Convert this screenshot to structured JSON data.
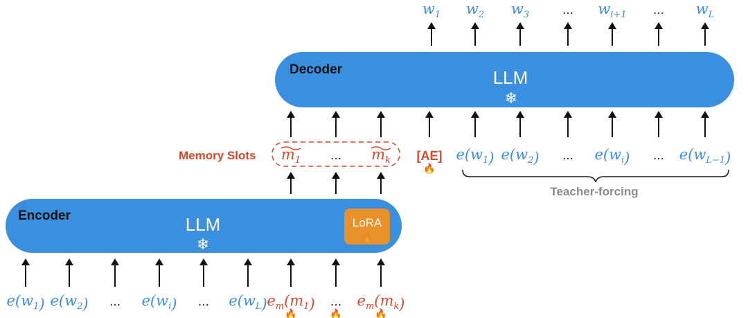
{
  "decoder": {
    "title": "Decoder",
    "model": "LLM",
    "outputs": [
      {
        "base": "w",
        "sub": "1"
      },
      {
        "base": "w",
        "sub": "2"
      },
      {
        "base": "w",
        "sub": "3"
      },
      {
        "base": "…",
        "sub": ""
      },
      {
        "base": "w",
        "sub": "i+1"
      },
      {
        "base": "…",
        "sub": ""
      },
      {
        "base": "w",
        "sub": "L"
      }
    ]
  },
  "memory": {
    "label": "Memory Slots",
    "slots": [
      {
        "base": "m",
        "sub": "1"
      },
      {
        "base": "…",
        "sub": ""
      },
      {
        "base": "m",
        "sub": "k"
      }
    ],
    "ae_token": "[AE]"
  },
  "teacher_forcing": {
    "label": "Teacher-forcing",
    "tokens": [
      {
        "pre": "e(",
        "base": "w",
        "sub": "1",
        "post": ")"
      },
      {
        "pre": "e(",
        "base": "w",
        "sub": "2",
        "post": ")"
      },
      {
        "pre": "",
        "base": "…",
        "sub": "",
        "post": ""
      },
      {
        "pre": "e(",
        "base": "w",
        "sub": "i",
        "post": ")"
      },
      {
        "pre": "",
        "base": "…",
        "sub": "",
        "post": ""
      },
      {
        "pre": "e(",
        "base": "w",
        "sub": "L−1",
        "post": ")"
      }
    ]
  },
  "encoder": {
    "title": "Encoder",
    "model": "LLM",
    "adapter": "LoRA",
    "inputs": [
      {
        "pre": "e(",
        "base": "w",
        "sub": "1",
        "post": ")"
      },
      {
        "pre": "e(",
        "base": "w",
        "sub": "2",
        "post": ")"
      },
      {
        "pre": "",
        "base": "…",
        "sub": "",
        "post": ""
      },
      {
        "pre": "e(",
        "base": "w",
        "sub": "i",
        "post": ")"
      },
      {
        "pre": "",
        "base": "…",
        "sub": "",
        "post": ""
      },
      {
        "pre": "e(",
        "base": "w",
        "sub": "L",
        "post": ")"
      }
    ],
    "memory_inputs": [
      {
        "pre": "e",
        "presub": "m",
        "base": "m",
        "sub": "1"
      },
      {
        "pre": "",
        "presub": "",
        "base": "…",
        "sub": ""
      },
      {
        "pre": "e",
        "presub": "m",
        "base": "m",
        "sub": "k"
      }
    ]
  },
  "colors": {
    "llm_blue": "#3a8fde",
    "lora_orange": "#e8902a",
    "memory_red": "#d9472b",
    "teacher_gray": "#8c8c8c"
  },
  "icons": {
    "frozen": "❄",
    "trainable": "🔥"
  }
}
